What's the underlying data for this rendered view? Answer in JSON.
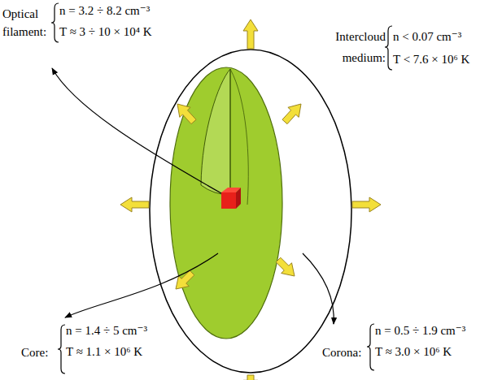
{
  "diagram": {
    "nodes": [
      {
        "text": [
          "Corona:",
          "n = 0.5 ÷ 1.9 cm⁻³",
          "T ≈ 3.0 × 10⁶ K"
        ]
      },
      {
        "text": [
          "Core:",
          "n = 1.4 ÷ 5 cm⁻³",
          "T ≈ 1.1 × 10⁶ K"
        ],
        "in": 0
      },
      {
        "text": [
          "Optical filament:",
          "n = 3.2 ÷ 8.2 cm⁻³",
          "T ≈ 3 ÷ 10 × 10⁴ K"
        ],
        "in": 1
      }
    ],
    "labels": [
      "Intercloud medium:",
      "n < 0.07 cm⁻³",
      "T < 7.6 × 10⁶ K"
    ]
  }
}
